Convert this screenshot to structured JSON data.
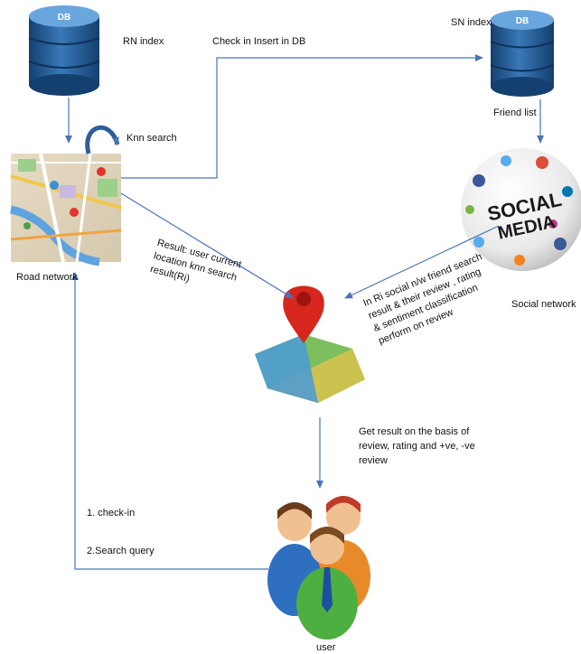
{
  "nodes": {
    "rn_db": {
      "label": "RN index",
      "icon_text": "DB"
    },
    "sn_db": {
      "label": "SN index",
      "icon_text": "DB"
    },
    "road": {
      "label": "Road network"
    },
    "social": {
      "label": "Social network",
      "badge_line1": "SOCIAL",
      "badge_line2": "MEDIA"
    },
    "user": {
      "label": "user"
    },
    "friend_list": {
      "label": "Friend list"
    }
  },
  "edges": {
    "knn": {
      "label": "Knn search"
    },
    "insert": {
      "label": "Check in Insert in DB"
    },
    "result_rn": {
      "lines": [
        "Result: user current",
        "location knn search",
        "result(Ri)"
      ]
    },
    "result_sn": {
      "lines": [
        "In Ri social n/w friend search",
        "result & their review , rating",
        "& sentiment classification",
        "perform on review"
      ]
    },
    "to_user": {
      "lines": [
        "Get result on the basis of",
        "review, rating and +ve, -ve",
        "review"
      ]
    },
    "checkin": {
      "label": "1. check-in"
    },
    "search_query": {
      "label": "2.Search query"
    }
  },
  "colors": {
    "arrow": "#4a74b4",
    "db_dark": "#1d4f86",
    "db_light": "#5b95cf",
    "pin": "#d7261d"
  }
}
